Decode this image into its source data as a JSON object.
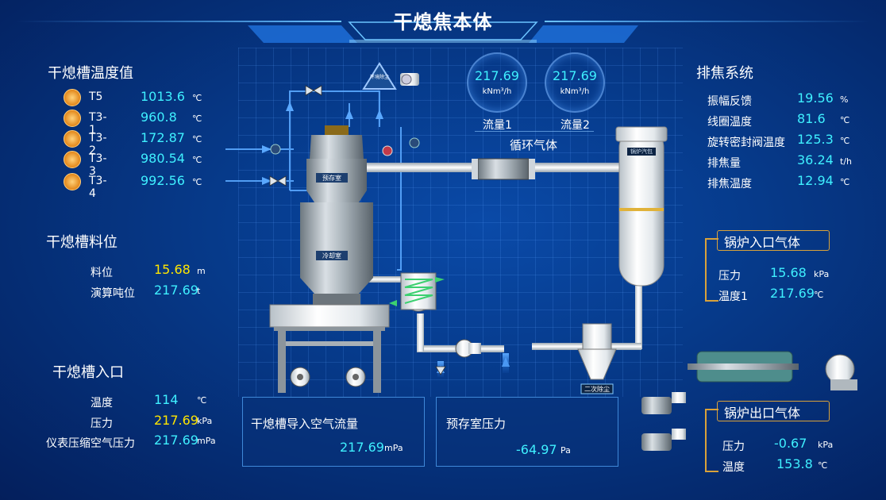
{
  "title": "干熄焦本体",
  "temp": {
    "title": "干熄槽温度值",
    "unit": "℃",
    "rows": [
      {
        "label": "T5",
        "value": "1013.6"
      },
      {
        "label": "T3-1",
        "value": "960.8"
      },
      {
        "label": "T3-2",
        "value": "172.87"
      },
      {
        "label": "T3-3",
        "value": "980.54"
      },
      {
        "label": "T3-4",
        "value": "992.56"
      }
    ]
  },
  "level": {
    "title": "干熄槽料位",
    "rows": [
      {
        "label": "料位",
        "value": "15.68",
        "unit": "m"
      },
      {
        "label": "演算吨位",
        "value": "217.69",
        "unit": "t"
      }
    ]
  },
  "inlet": {
    "title": "干熄槽入口",
    "rows": [
      {
        "label": "温度",
        "value": "114",
        "unit": "℃"
      },
      {
        "label": "压力",
        "value": "217.69",
        "unit": "kPa"
      },
      {
        "label": "仪表压缩空气压力",
        "value": "217.69",
        "unit": "mPa"
      }
    ]
  },
  "airflow": {
    "label": "干熄槽导入空气流量",
    "value": "217.69",
    "unit": "mPa"
  },
  "prestore": {
    "label": "预存室压力",
    "value": "-64.97",
    "unit": "Pa"
  },
  "flows": {
    "unit": "kNm³/h",
    "caption": "循环气体",
    "items": [
      {
        "name": "流量1",
        "value": "217.69"
      },
      {
        "name": "流量2",
        "value": "217.69"
      }
    ]
  },
  "discharge": {
    "title": "排焦系统",
    "rows": [
      {
        "label": "振幅反馈",
        "value": "19.56",
        "unit": "%"
      },
      {
        "label": "线圈温度",
        "value": "81.6",
        "unit": "℃"
      },
      {
        "label": "旋转密封阀温度",
        "value": "125.3",
        "unit": "℃"
      },
      {
        "label": "排焦量",
        "value": "36.24",
        "unit": "t/h"
      },
      {
        "label": "排焦温度",
        "value": "12.94",
        "unit": "℃"
      }
    ]
  },
  "boiler_in": {
    "title": "锅炉入口气体",
    "rows": [
      {
        "label": "压力",
        "value": "15.68",
        "unit": "kPa"
      },
      {
        "label": "温度1",
        "value": "217.69",
        "unit": "℃"
      }
    ]
  },
  "boiler_out": {
    "title": "锅炉出口气体",
    "rows": [
      {
        "label": "压力",
        "value": "-0.67",
        "unit": "kPa"
      },
      {
        "label": "温度",
        "value": "153.8",
        "unit": "℃"
      }
    ]
  },
  "equipment": {
    "prestore_label": "预存室",
    "cool_label": "冷却室",
    "boiler_label": "锅炉汽包",
    "dust2_label": "二次除尘",
    "env_label": "环境除尘"
  },
  "colors": {
    "value": "#3ff0ff",
    "highlight": "#ffe600",
    "frame": "#d9a23a"
  }
}
